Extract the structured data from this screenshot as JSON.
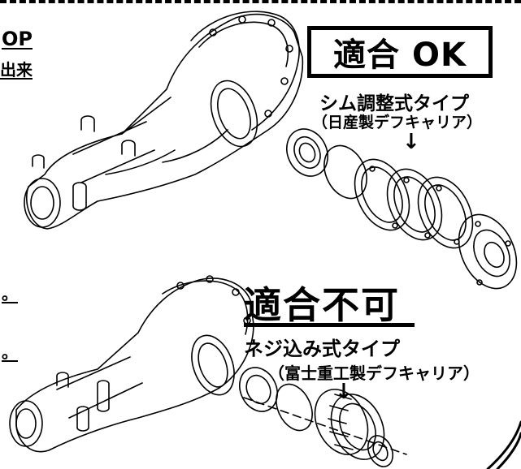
{
  "left_fragments": {
    "top_line1": "OP",
    "top_line2": "出来",
    "mid_line1": "。",
    "mid_line2": "。"
  },
  "ok_section": {
    "badge": "適合 OK",
    "type_label": "シム調整式タイプ",
    "carrier_label": "（日産製デフキャリア）",
    "arrow": "↓"
  },
  "ng_section": {
    "title": "適合不可",
    "type_label": "ネジ込み式タイプ",
    "carrier_label": "（富士重工製デフキャリア）",
    "arrow": "↓"
  }
}
